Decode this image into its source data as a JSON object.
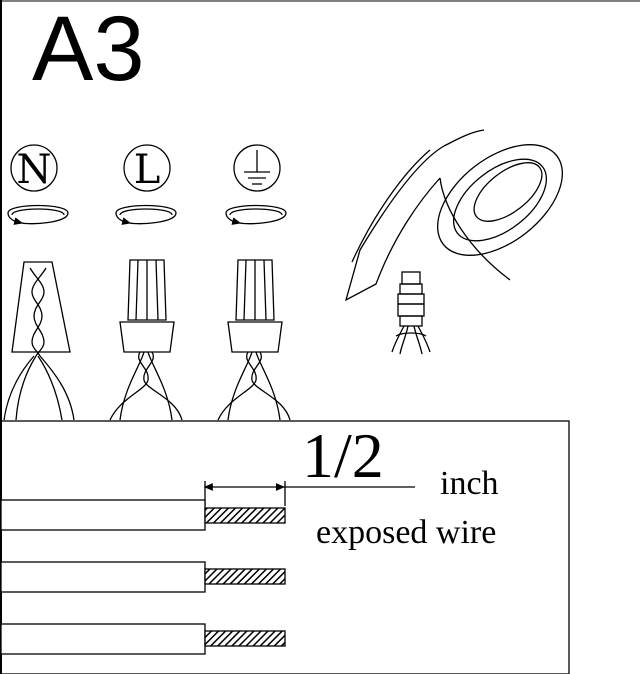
{
  "step": {
    "label": "A3"
  },
  "terminals": [
    {
      "symbol": "N",
      "name": "neutral"
    },
    {
      "symbol": "L",
      "name": "line"
    },
    {
      "symbol": "ground-symbol",
      "name": "ground"
    }
  ],
  "measurement": {
    "value": "1/2",
    "unit": "inch",
    "caption": "exposed wire"
  },
  "icons": {
    "tape_roll": "electrical-tape-icon",
    "taped_splice": "taped-splice-icon",
    "wire_nut": "wire-nut-icon",
    "rotation_arrow": "clockwise-twist-icon",
    "stripped_wire": "stripped-wire-icon"
  }
}
